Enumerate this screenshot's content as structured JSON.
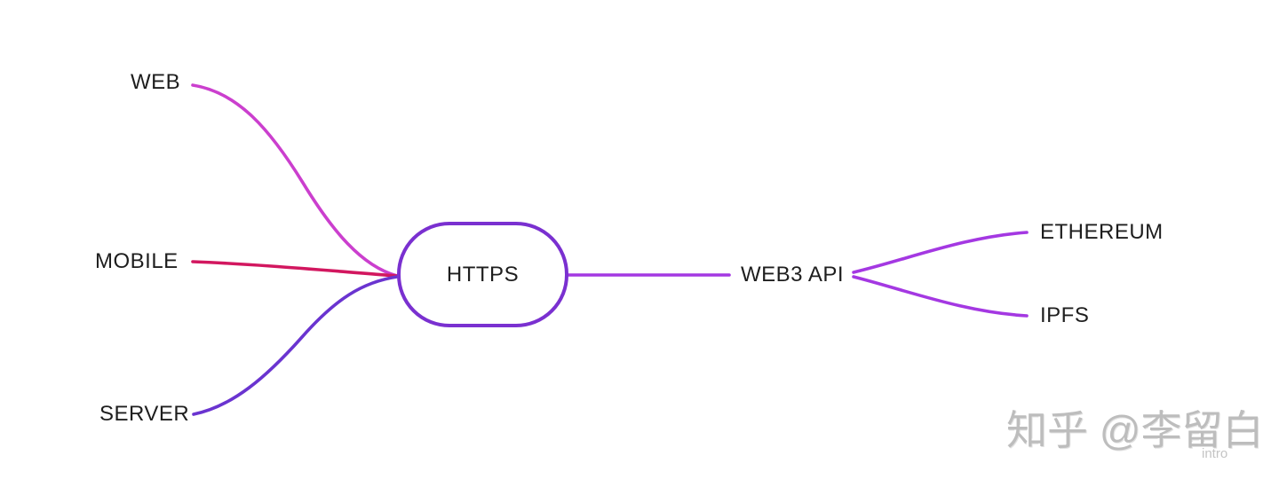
{
  "diagram": {
    "background_color": "#ffffff",
    "text_color": "#1e1e1e",
    "nodes": {
      "web": {
        "label": "WEB"
      },
      "mobile": {
        "label": "MOBILE"
      },
      "server": {
        "label": "SERVER"
      },
      "https": {
        "label": "HTTPS",
        "border_color": "#7a30d0",
        "fill_color": "#ffffff"
      },
      "web3_api": {
        "label": "WEB3 API"
      },
      "ethereum": {
        "label": "ETHEREUM"
      },
      "ipfs": {
        "label": "IPFS"
      }
    },
    "edges": {
      "web_to_https": {
        "color": "#cb3fce"
      },
      "mobile_to_https": {
        "color": "#d2175f"
      },
      "server_to_https": {
        "color": "#6a34d0"
      },
      "https_to_web3api": {
        "color": "#a438e2"
      },
      "web3api_to_ethereum": {
        "color": "#a438e2"
      },
      "web3api_to_ipfs": {
        "color": "#a438e2"
      }
    }
  },
  "watermark": {
    "text": "知乎 @李留白",
    "subtext": "intro",
    "color": "#bdbdbd"
  }
}
